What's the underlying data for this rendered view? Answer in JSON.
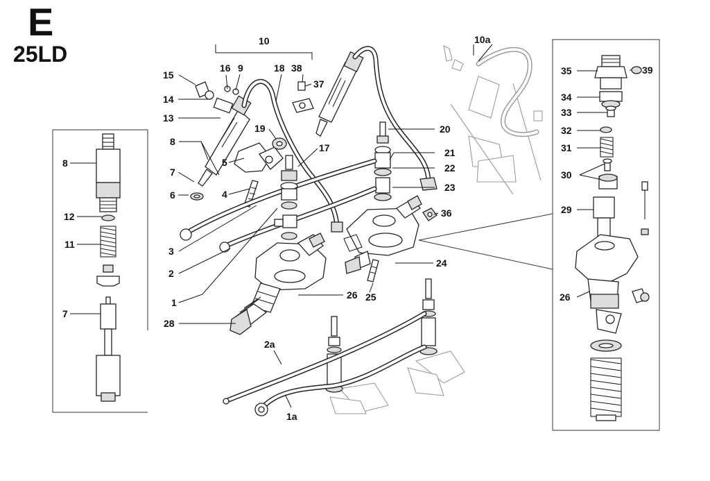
{
  "header": {
    "section_letter": "E",
    "model": "25LD"
  },
  "callouts": {
    "c1": "1",
    "c1a": "1a",
    "c2": "2",
    "c2a": "2a",
    "c3": "3",
    "c4": "4",
    "c5": "5",
    "c6": "6",
    "c7_main": "7",
    "c7_inset": "7",
    "c8_main": "8",
    "c8_inset": "8",
    "c9": "9",
    "c10": "10",
    "c10a": "10a",
    "c11": "11",
    "c12": "12",
    "c13": "13",
    "c14": "14",
    "c15": "15",
    "c16": "16",
    "c17": "17",
    "c18": "18",
    "c19": "19",
    "c20": "20",
    "c21": "21",
    "c22": "22",
    "c23": "23",
    "c24": "24",
    "c25": "25",
    "c26_main": "26",
    "c26_inset": "26",
    "c28": "28",
    "c29": "29",
    "c30": "30",
    "c31": "31",
    "c32": "32",
    "c33": "33",
    "c34": "34",
    "c35": "35",
    "c36": "36",
    "c37": "37",
    "c38": "38",
    "c39": "39"
  }
}
